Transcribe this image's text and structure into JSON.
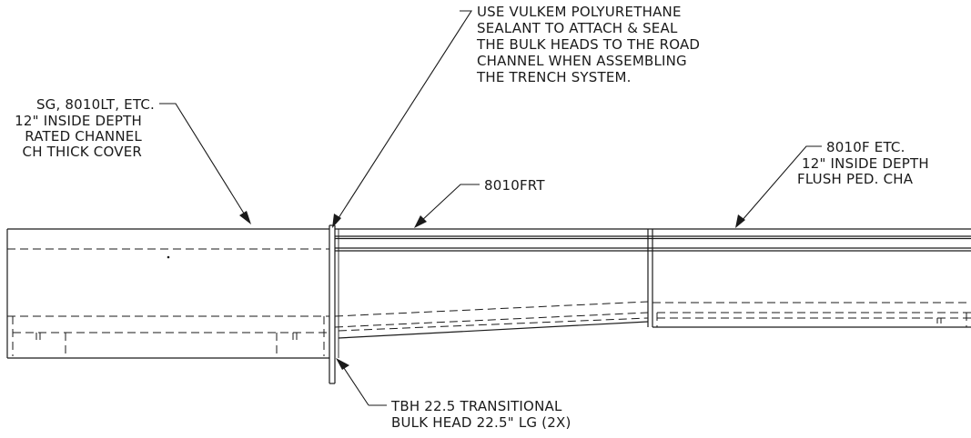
{
  "notes": {
    "sealant": [
      "USE VULKEM POLYURETHANE",
      "SEALANT TO ATTACH & SEAL",
      "THE BULK HEADS TO THE ROAD",
      "CHANNEL WHEN ASSEMBLING",
      "THE TRENCH SYSTEM."
    ],
    "left_channel": [
      "SG, 8010LT, ETC.",
      "12\" INSIDE DEPTH",
      "RATED CHANNEL",
      "CH THICK COVER"
    ],
    "frt": [
      "8010FRT"
    ],
    "right_channel": [
      "8010F ETC.",
      "12\" INSIDE DEPTH",
      "FLUSH PED. CHA"
    ],
    "bulkhead": [
      "TBH 22.5 TRANSITIONAL",
      "BULK HEAD 22.5\" LG (2X)"
    ]
  }
}
